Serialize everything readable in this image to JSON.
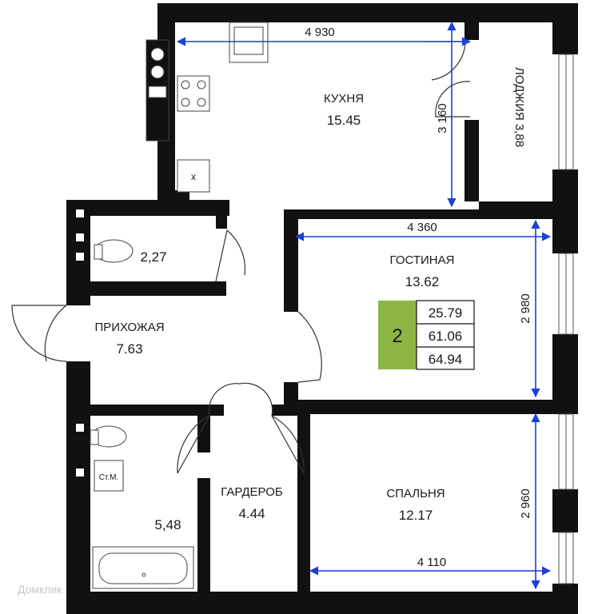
{
  "rooms": {
    "kitchen": {
      "name": "КУХНЯ",
      "area": "15.45"
    },
    "loggia": {
      "name": "ЛОДЖИЯ 3,88"
    },
    "wc": {
      "area": "2,27"
    },
    "hall": {
      "name": "ПРИХОЖАЯ",
      "area": "7.63"
    },
    "living": {
      "name": "ГОСТИНАЯ",
      "area": "13.62"
    },
    "bath": {
      "area": "5,48",
      "washer_label": "Ст.М."
    },
    "wardrobe": {
      "name": "ГАРДЕРОБ",
      "area": "4.44"
    },
    "bedroom": {
      "name": "СПАЛЬНЯ",
      "area": "12.17"
    }
  },
  "dimensions": {
    "kitchen_width": "4 930",
    "kitchen_depth": "3 160",
    "living_width": "4 360",
    "living_depth": "2 980",
    "bedroom_depth": "2 960",
    "bedroom_width": "4 110"
  },
  "summary": {
    "room_count": "2",
    "living_area": "25.79",
    "total_area": "61.06",
    "total_area_with_loggia": "64.94",
    "badge_color": "#8db645"
  },
  "watermark": "Домклик",
  "stove_cross": "x"
}
